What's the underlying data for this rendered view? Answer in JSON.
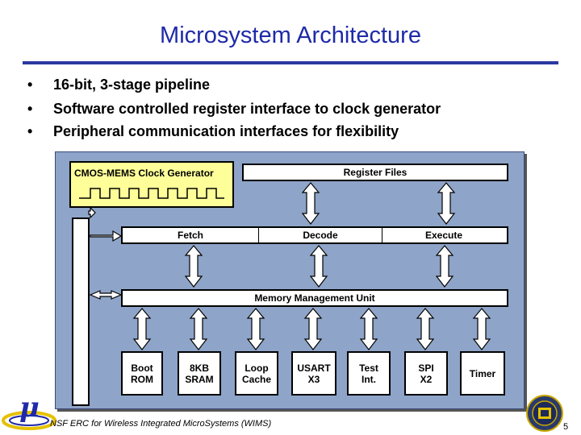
{
  "slide": {
    "title": "Microsystem Architecture",
    "bullets": [
      "16-bit, 3-stage pipeline",
      "Software controlled register interface to clock generator",
      "Peripheral communication interfaces for flexibility"
    ],
    "bullet_glyph": "•"
  },
  "diagram": {
    "clock_generator": "CMOS-MEMS Clock Generator",
    "register_files": "Register Files",
    "pipeline_stages": [
      "Fetch",
      "Decode",
      "Execute"
    ],
    "mmu": "Memory Management Unit",
    "peripherals": [
      {
        "line1": "Boot",
        "line2": "ROM"
      },
      {
        "line1": "8KB",
        "line2": "SRAM"
      },
      {
        "line1": "Loop",
        "line2": "Cache"
      },
      {
        "line1": "USART",
        "line2": "X3"
      },
      {
        "line1": "Test",
        "line2": "Int."
      },
      {
        "line1": "SPI",
        "line2": "X2"
      },
      {
        "line1": "Timer",
        "line2": ""
      }
    ]
  },
  "footer": {
    "text": "NSF ERC for Wireless Integrated MicroSystems (WIMS)",
    "page": "5",
    "logo_letter": "μ"
  },
  "colors": {
    "title": "#1e2aa8",
    "diagram_bg": "#8ea4c8",
    "clock_bg": "#ffff99",
    "logo": "#e5c100"
  }
}
